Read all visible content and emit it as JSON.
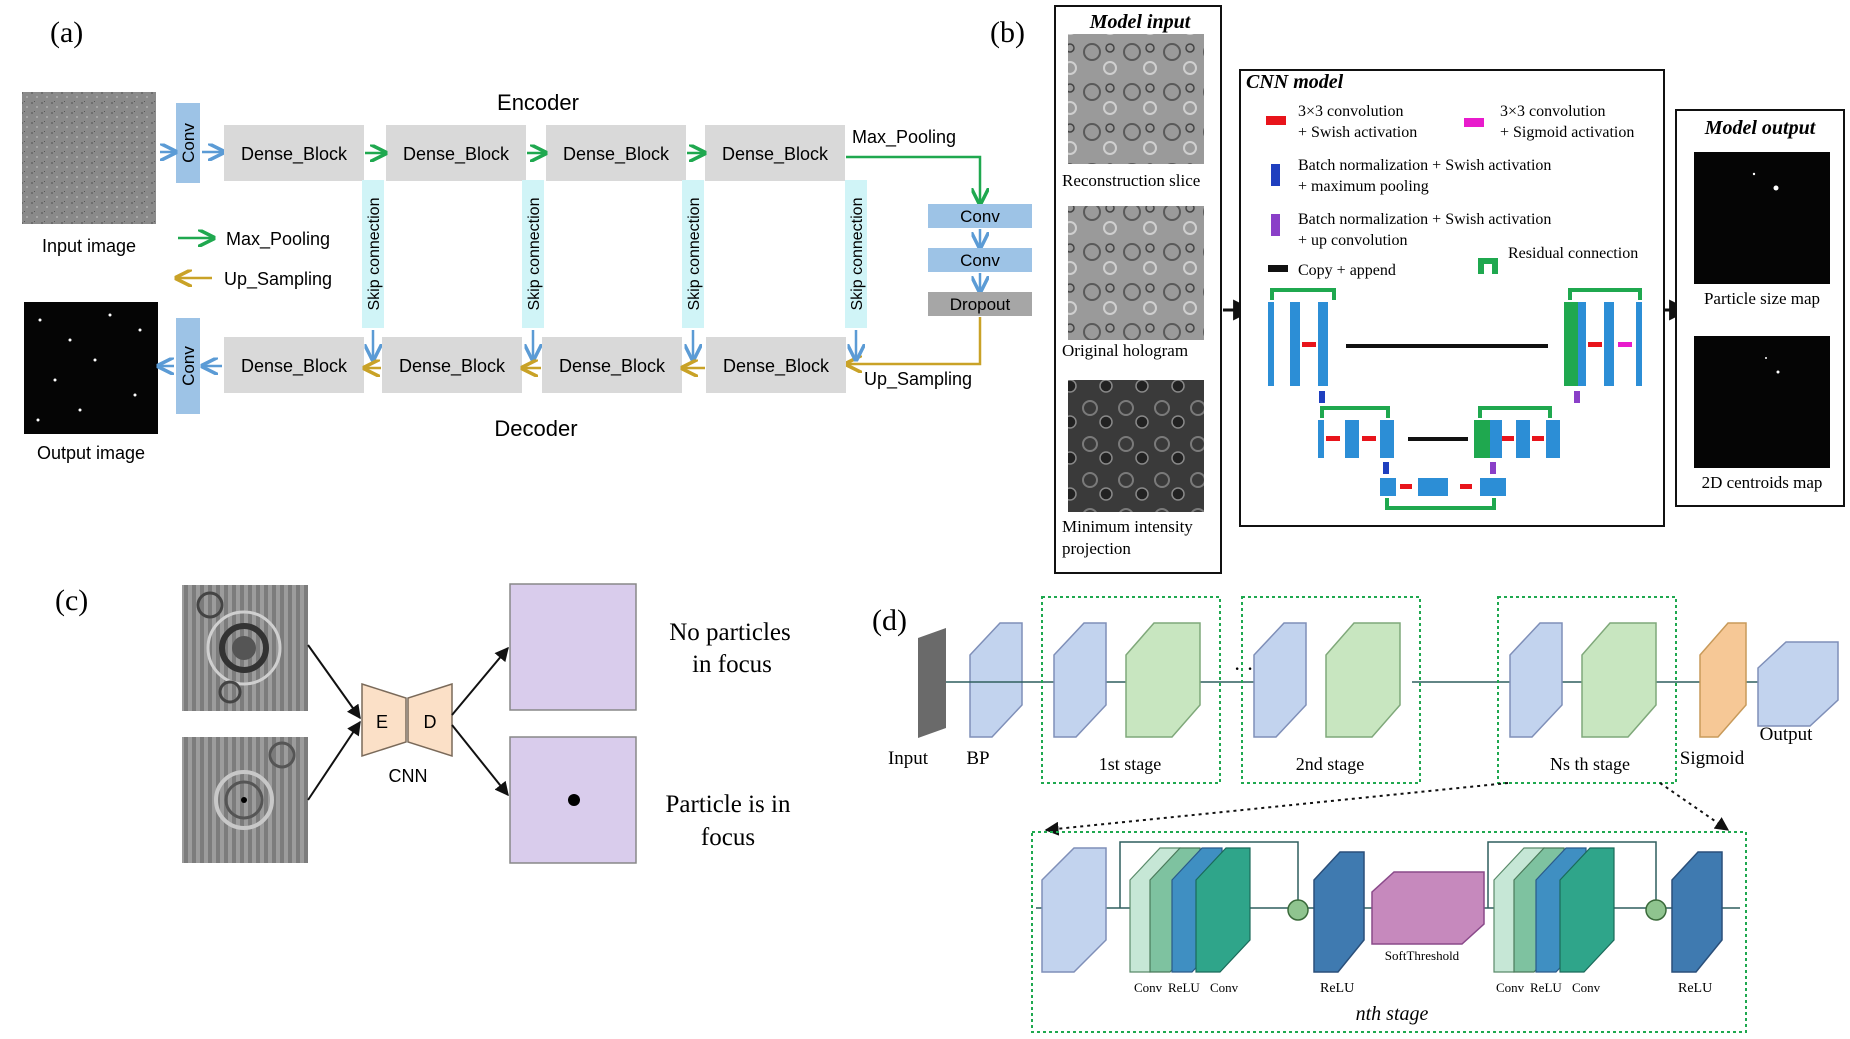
{
  "panel_a": {
    "label": "(a)",
    "input_image": "Input image",
    "output_image": "Output image",
    "encoder": "Encoder",
    "decoder": "Decoder",
    "conv": "Conv",
    "dense_block": "Dense_Block",
    "skip": "Skip connection",
    "max_pooling": "Max_Pooling",
    "up_sampling": "Up_Sampling",
    "dropout": "Dropout",
    "colors": {
      "block": "#d9d9d9",
      "conv": "#9dc3e6",
      "skip": "#d0f4f7",
      "green": "#1fa84f",
      "gold": "#c9a227",
      "blue": "#5b9bd5"
    }
  },
  "panel_b": {
    "label": "(b)",
    "model_input": "Model input",
    "cnn_model": "CNN model",
    "model_output": "Model output",
    "inputs": [
      "Reconstruction slice",
      "Original hologram",
      "Minimum intensity",
      "projection"
    ],
    "outputs": [
      "Particle size map",
      "2D centroids map"
    ],
    "legend": {
      "red1": "3×3 convolution",
      "red2": "+ Swish activation",
      "mag1": "3×3 convolution",
      "mag2": "+ Sigmoid activation",
      "blue1": "Batch normalization + Swish activation",
      "blue2": "+ maximum pooling",
      "purp1": "Batch normalization + Swish activation",
      "purp2": "+ up convolution",
      "green": "Residual connection",
      "black": "Copy + append"
    }
  },
  "panel_c": {
    "label": "(c)",
    "enc": "E",
    "dec": "D",
    "cnn": "CNN",
    "out1a": "No particles",
    "out1b": "in focus",
    "out2a": "Particle is in",
    "out2b": "focus"
  },
  "panel_d": {
    "label": "(d)",
    "input": "Input",
    "bp": "BP",
    "stage1": "1st stage",
    "stage2": "2nd stage",
    "stageN": "Ns th stage",
    "sigmoid": "Sigmoid",
    "output": "Output",
    "nth_stage": "nth stage",
    "conv": "Conv",
    "relu": "ReLU",
    "soft": "SoftThreshold",
    "dots": "· · ·"
  }
}
